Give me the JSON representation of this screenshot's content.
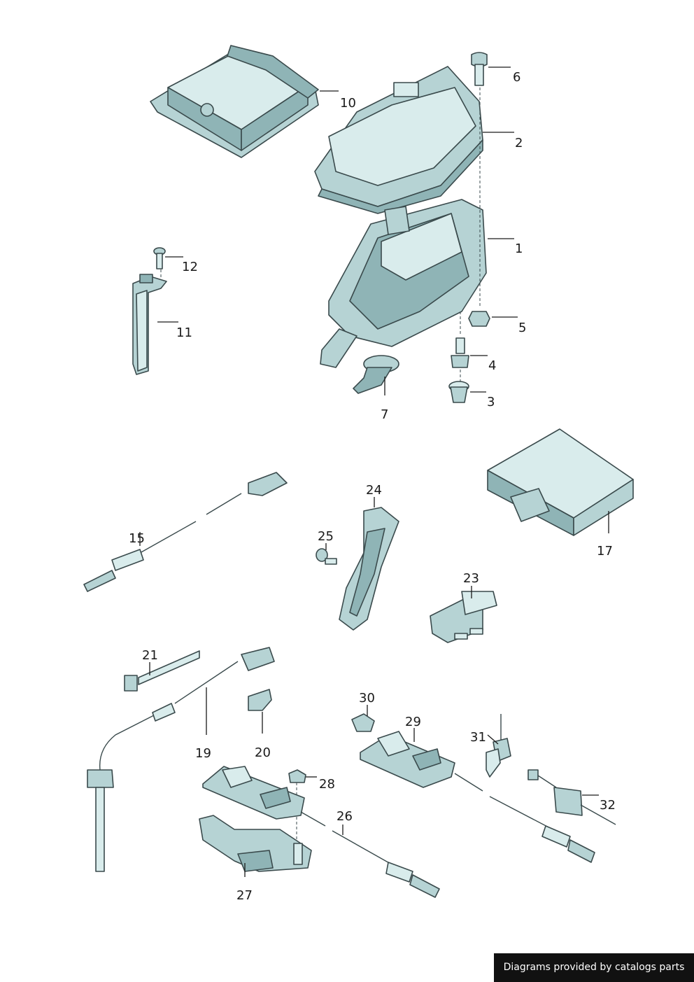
{
  "callouts": {
    "p1": "1",
    "p2": "2",
    "p3": "3",
    "p4": "4",
    "p5": "5",
    "p6": "6",
    "p7": "7",
    "p10": "10",
    "p11": "11",
    "p12": "12",
    "p15": "15",
    "p17": "17",
    "p19": "19",
    "p20": "20",
    "p21": "21",
    "p23": "23",
    "p24": "24",
    "p25": "25",
    "p26": "26",
    "p27": "27",
    "p28": "28",
    "p29": "29",
    "p30": "30",
    "p31": "31",
    "p32": "32"
  },
  "footer": {
    "text": "Diagrams provided by catalogs parts"
  },
  "colors": {
    "part_fill": "#b6d3d4",
    "part_shadow": "#8fb4b6",
    "part_highlight": "#d9ecec",
    "outline": "#3a4a4c",
    "footer_bg": "#111111"
  }
}
